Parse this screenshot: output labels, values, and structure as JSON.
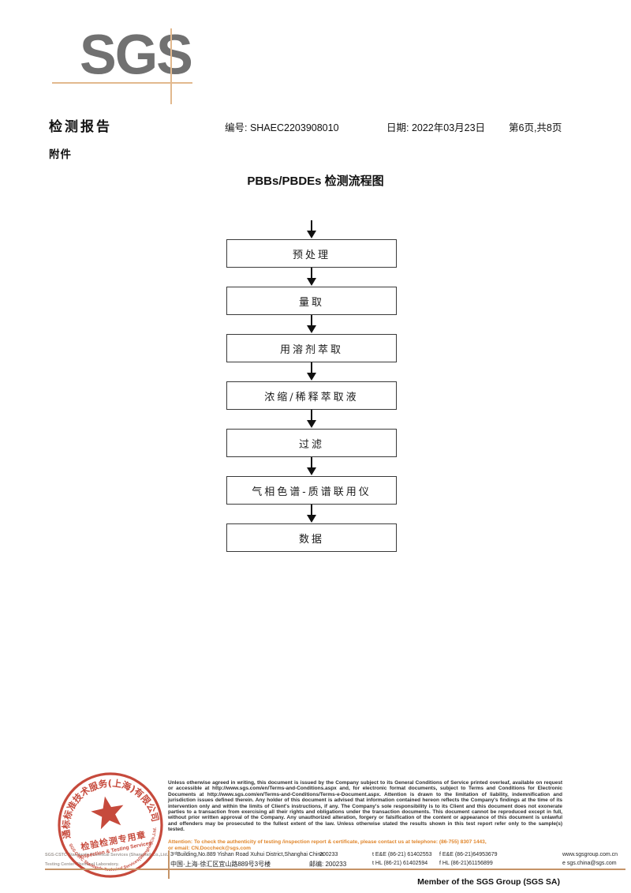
{
  "logo": {
    "text": "SGS"
  },
  "header": {
    "report_title": "检测报告",
    "report_no": "编号: SHAEC2203908010",
    "date": "日期: 2022年03月23日",
    "page_info": "第6页,共8页",
    "attachment_label": "附件"
  },
  "flowchart": {
    "title": "PBBs/PBDEs 检测流程图",
    "steps": [
      "预处理",
      "量取",
      "用溶剂萃取",
      "浓缩/稀释萃取液",
      "过滤",
      "气相色谱-质谱联用仪",
      "数据"
    ]
  },
  "stamp": {
    "arc_top": "通标标准技术服务(上海)有限公司",
    "seal_line1": "检验检测专用章",
    "seal_line2": "Inspection & Testing Services",
    "arc_bottom": "SGS-CSTC Standards Technical Services(Shanghai)Co.,Ltd."
  },
  "footer": {
    "company_line1": "SGS-CSTC Standards Technical Services (Shanghai) Co.,Ltd.",
    "company_line2": "Testing Center-Chemical Laboratory.",
    "disclaimer": "Unless otherwise agreed in writing, this document is issued by the Company subject to its General Conditions of Service printed overleaf, available on request or accessible at http://www.sgs.com/en/Terms-and-Conditions.aspx and, for electronic format documents, subject to Terms and Conditions for Electronic Documents at http://www.sgs.com/en/Terms-and-Conditions/Terms-e-Document.aspx. Attention is drawn to the limitation of liability, indemnification and jurisdiction issues defined therein. Any holder of this document is advised that information contained hereon reflects the Company's findings at the time of its intervention only and within the limits of Client's instructions, if any. The Company's sole responsibility is to its Client and this document does not exonerate parties to a transaction from exercising all their rights and obligations under the transaction documents. This document cannot be reproduced except in full, without prior written approval of the Company. Any unauthorized alteration, forgery or falsification of the content or appearance of this document is unlawful and offenders may be prosecuted to the fullest extent of the law. Unless otherwise stated the results shown in this test report refer only to the sample(s) tested.",
    "attention_line1": "Attention: To check the authenticity of testing /inspection report & certificate, please contact us at telephone: (86-755) 8307 1443,",
    "attention_line2": "or email: CN.Doccheck@sgs.com",
    "address_en": "3ʳᵈBuilding,No.889 Yishan Road Xuhui District,Shanghai China",
    "postcode_en": "200233",
    "tel_en": "t E&E (86-21) 61402553",
    "fax_en": "f E&E (86-21)64953679",
    "website": "www.sgsgroup.com.cn",
    "address_cn": "中国·上海·徐汇区宜山路889号3号楼",
    "postcode_cn": "邮编: 200233",
    "tel_cn": "t HL (86-21) 61402594",
    "fax_cn": "f HL (86-21)61156899",
    "email": "e sgs.china@sgs.com",
    "member_line": "Member of the SGS Group (SGS SA)"
  },
  "colors": {
    "accent_tan": "#e2b98e",
    "stamp_red": "#c23b2c",
    "attention_orange": "#e0862c",
    "logo_gray": "#717171"
  }
}
